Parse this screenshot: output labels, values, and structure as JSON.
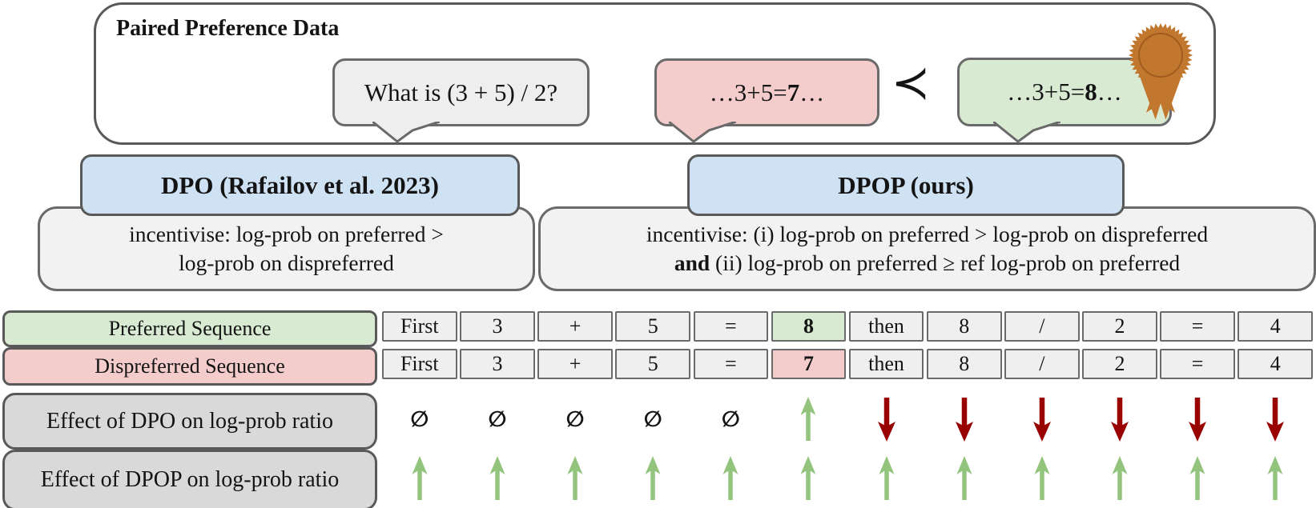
{
  "paired_preference": {
    "title": "Paired Preference Data",
    "question": "What is (3 + 5) / 2?",
    "dispreferred": {
      "prefix": "…3+5=",
      "highlight": "7",
      "suffix": "…"
    },
    "preferred": {
      "prefix": "…3+5=",
      "highlight": "8",
      "suffix": "…"
    },
    "comparison_symbol": "≺"
  },
  "methods": {
    "dpo": {
      "title": "DPO (Rafailov et al. 2023)",
      "line1": "incentivise: log-prob on preferred >",
      "line2": "log-prob on dispreferred"
    },
    "dpop": {
      "title": "DPOP (ours)",
      "line1": "incentivise: (i) log-prob on preferred > log-prob on dispreferred",
      "line2_bold": "and",
      "line2_rest": " (ii) log-prob on preferred ≥ ref log-prob on preferred"
    }
  },
  "sequence_table": {
    "rows": [
      {
        "id": "preferred",
        "label": "Preferred Sequence",
        "tokens": [
          "First",
          "3",
          "+",
          "5",
          "=",
          "8",
          "then",
          "8",
          "/",
          "2",
          "=",
          "4"
        ],
        "highlight_index": 5,
        "highlight": "green"
      },
      {
        "id": "dispreferred",
        "label": "Dispreferred Sequence",
        "tokens": [
          "First",
          "3",
          "+",
          "5",
          "=",
          "7",
          "then",
          "8",
          "/",
          "2",
          "=",
          "4"
        ],
        "highlight_index": 5,
        "highlight": "pink"
      }
    ]
  },
  "effects": [
    {
      "id": "dpo",
      "label": "Effect of DPO on log-prob ratio",
      "symbols": [
        "none",
        "none",
        "none",
        "none",
        "none",
        "up",
        "down",
        "down",
        "down",
        "down",
        "down",
        "down"
      ]
    },
    {
      "id": "dpop",
      "label": "Effect of DPOP on log-prob ratio",
      "symbols": [
        "up",
        "up",
        "up",
        "up",
        "up",
        "up",
        "up",
        "up",
        "up",
        "up",
        "up",
        "up"
      ]
    }
  ],
  "glyphs": {
    "none": "∅"
  },
  "colors": {
    "preferred_green": "#d9ead3",
    "dispreferred_pink": "#f4cccc",
    "method_blue": "#cfe2f3",
    "token_gray": "#efefef",
    "label_gray": "#d9d9d9",
    "bubble_gray": "#eeeeee",
    "up_arrow_green": "#93c47d",
    "down_arrow_red": "#990000",
    "medal_orange": "#c2772e",
    "medal_ring": "#a05c1e",
    "border_gray": "#595959"
  }
}
